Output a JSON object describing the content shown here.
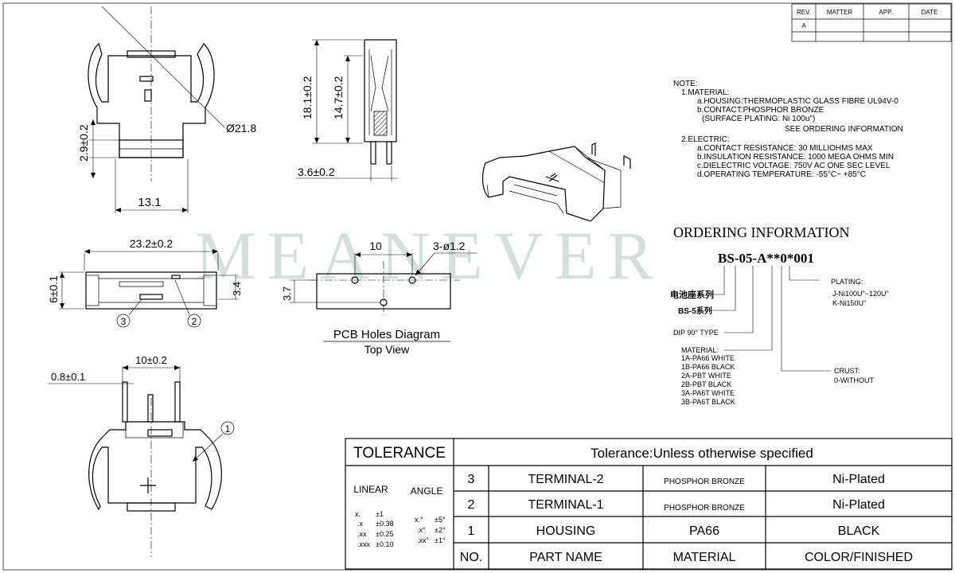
{
  "revision_block": {
    "headers": [
      "REV.",
      "MATTER",
      "APP.",
      "DATE"
    ],
    "row": [
      "A",
      "",
      "",
      ""
    ]
  },
  "front_view": {
    "diameter": "Ø21.8",
    "height": "2.9±0.2",
    "width": "13.1"
  },
  "side_view": {
    "overall_height": "18.1±0.2",
    "inner_height": "14.7±0.2",
    "thickness": "3.6±0.2"
  },
  "top_view": {
    "length": "23.2±0.2",
    "height": "6±0.1",
    "offset": "3.4",
    "callout_3": "3",
    "callout_2": "2"
  },
  "pcb_diagram": {
    "pitch": "10",
    "holes": "3-ø1.2",
    "vertical": "3.7",
    "title": "PCB Holes Diagram",
    "subtitle": "Top View"
  },
  "bottom_view": {
    "pin_width": "0.8±0.1",
    "pin_pitch": "10±0.2",
    "callout_1": "1"
  },
  "notes": {
    "header": "NOTE:",
    "lines": [
      "1.MATERIAL:",
      "a.HOUSING:THERMOPLASTIC GLASS FIBRE UL94V-0",
      "b.CONTACT:PHOSPHOR BRONZE",
      "(SURFACE PLATING: Ni 100u\")",
      "SEE ORDERING INFORMATION",
      "2.ELECTRIC:",
      "a.CONTACT RESISTANCE: 30 MILLIOHMS MAX",
      "b.INSULATION RESISTANCE: 1000 MEGA OHMS MIN",
      "c.DIELECTRIC VOLTAGE: 750V AC ONE SEC LEVEL",
      "d.OPERATING TEMPERATURE: -55°C~ +85°C"
    ]
  },
  "ordering": {
    "title": "ORDERING INFORMATION",
    "code": "BS-05-A**0*001",
    "series_cn": "电池座系列",
    "bs5_cn": "BS-5系列",
    "dip": "DIP 90° TYPE",
    "material_header": "MATERIAL:",
    "materials": [
      "1A-PA66 WHITE",
      "1B-PA66 BLACK",
      "2A-PBT WHITE",
      "2B-PBT BLACK",
      "3A-PA6T WHITE",
      "3B-PA6T BLACK"
    ],
    "plating_header": "PLATING:",
    "plating": [
      "J-Ni100U\"~120U\"",
      "K-Ni150U\""
    ],
    "crust_header": "CRUST:",
    "crust": [
      "0-WITHOUT"
    ]
  },
  "watermark": "MEANEVER",
  "title_block": {
    "tolerance_label": "TOLERANCE",
    "tolerance_text": "Tolerance:Unless otherwise specified",
    "linear": "LINEAR",
    "angle": "ANGLE",
    "linear_vals": [
      [
        "x.",
        "±1"
      ],
      [
        ".x",
        "±0.38"
      ],
      [
        ".xx",
        "±0.25"
      ],
      [
        ".xxx",
        "±0.10"
      ]
    ],
    "angle_vals": [
      [
        "x.°",
        "±5°"
      ],
      [
        ".x°",
        "±2°"
      ],
      [
        ".xx°",
        "±1°"
      ]
    ],
    "headers": [
      "NO.",
      "PART NAME",
      "MATERIAL",
      "COLOR/FINISHED"
    ],
    "parts": [
      [
        "3",
        "TERMINAL-2",
        "PHOSPHOR BRONZE",
        "Ni-Plated"
      ],
      [
        "2",
        "TERMINAL-1",
        "PHOSPHOR BRONZE",
        "Ni-Plated"
      ],
      [
        "1",
        "HOUSING",
        "PA66",
        "BLACK"
      ]
    ]
  }
}
